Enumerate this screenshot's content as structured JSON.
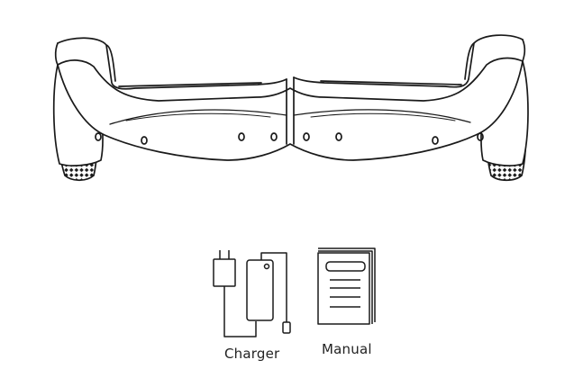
{
  "items": [
    {
      "id": "hoverboard",
      "label": ""
    },
    {
      "id": "charger",
      "label": "Charger"
    },
    {
      "id": "manual",
      "label": "Manual"
    }
  ],
  "colors": {
    "line": "#1a1a1a",
    "text": "#222222",
    "background": "#ffffff"
  },
  "icons": {
    "hoverboard": "hoverboard-illustration",
    "charger": "charger-icon",
    "manual": "manual-book-icon"
  }
}
